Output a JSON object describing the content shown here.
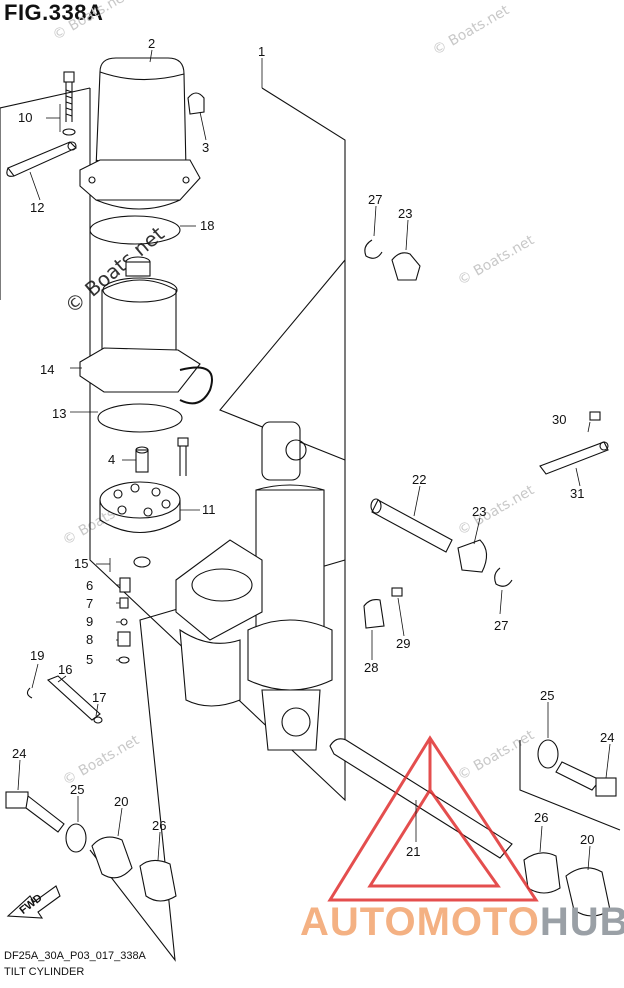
{
  "figure_title": "FIG.338A",
  "footer_code": "DF25A_30A_P03_017_338A",
  "footer_name": "TILT CYLINDER",
  "watermark": "© Boats.net",
  "fwd_label": "FWD",
  "logo": {
    "part_a": "AUTOMOTO",
    "part_b": "HUB",
    "color_a": "#f4b183",
    "color_b": "#9aa0a6",
    "triangle_color": "#e03030"
  },
  "callouts": [
    "1",
    "2",
    "3",
    "4",
    "5",
    "6",
    "7",
    "8",
    "9",
    "10",
    "11",
    "12",
    "13",
    "14",
    "15",
    "16",
    "17",
    "18",
    "19",
    "20",
    "20",
    "21",
    "22",
    "23",
    "23",
    "24",
    "24",
    "25",
    "25",
    "26",
    "26",
    "27",
    "27",
    "28",
    "29",
    "30",
    "31"
  ]
}
